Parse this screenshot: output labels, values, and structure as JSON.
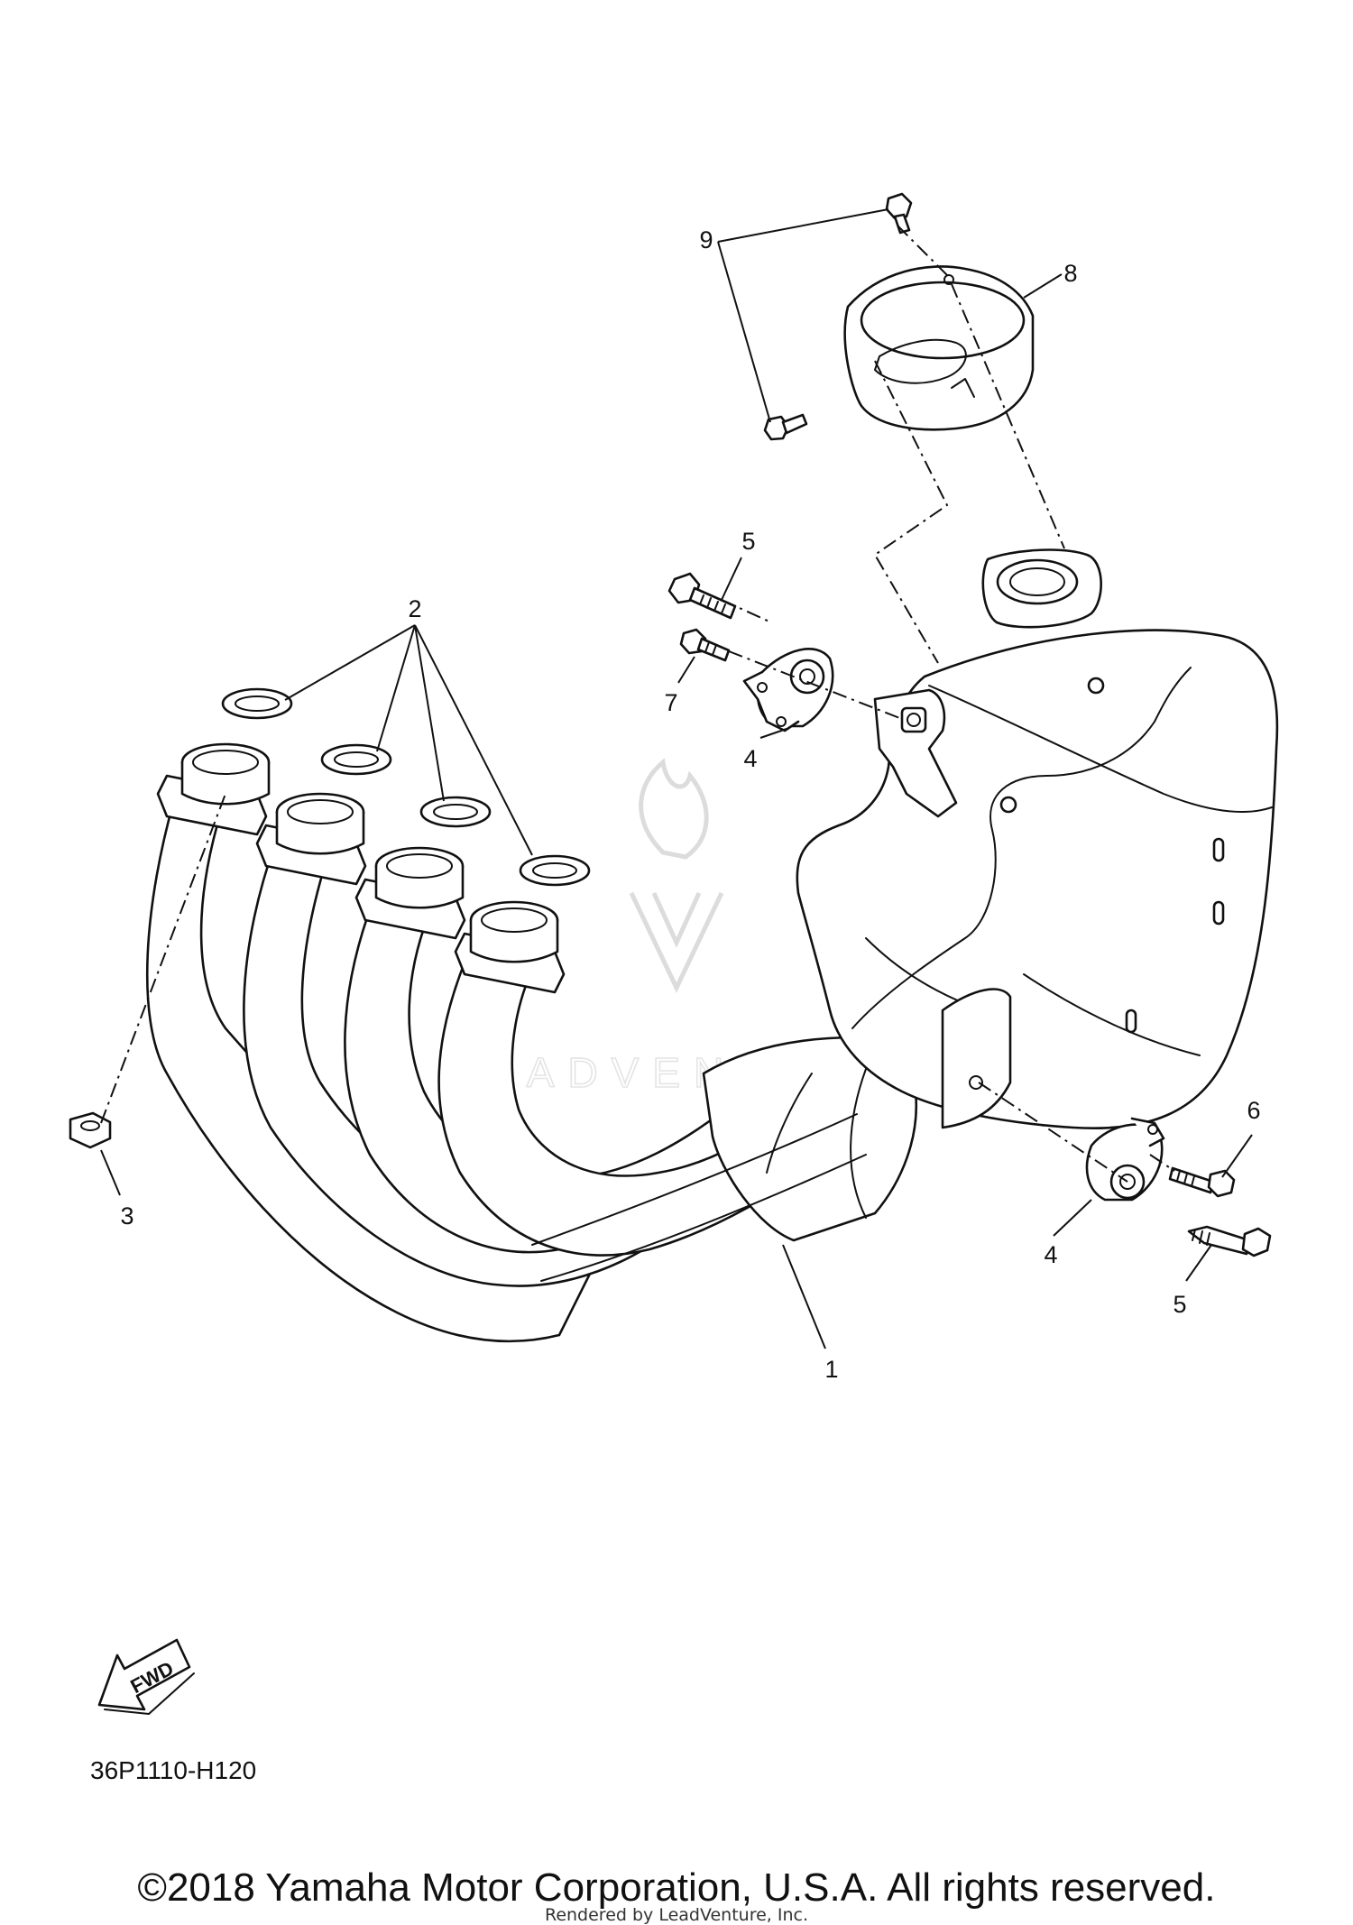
{
  "diagram": {
    "code": "36P1110-H120",
    "fwd_label": "FWD",
    "watermark": "LEADVENTURE",
    "copyright": "©2018 Yamaha Motor Corporation, U.S.A. All rights reserved.",
    "rendered_by": "Rendered by LeadVenture, Inc."
  },
  "callouts": {
    "c1": "1",
    "c2": "2",
    "c3": "3",
    "c4a": "4",
    "c4b": "4",
    "c5a": "5",
    "c5b": "5",
    "c6": "6",
    "c7": "7",
    "c8": "8",
    "c9": "9"
  }
}
